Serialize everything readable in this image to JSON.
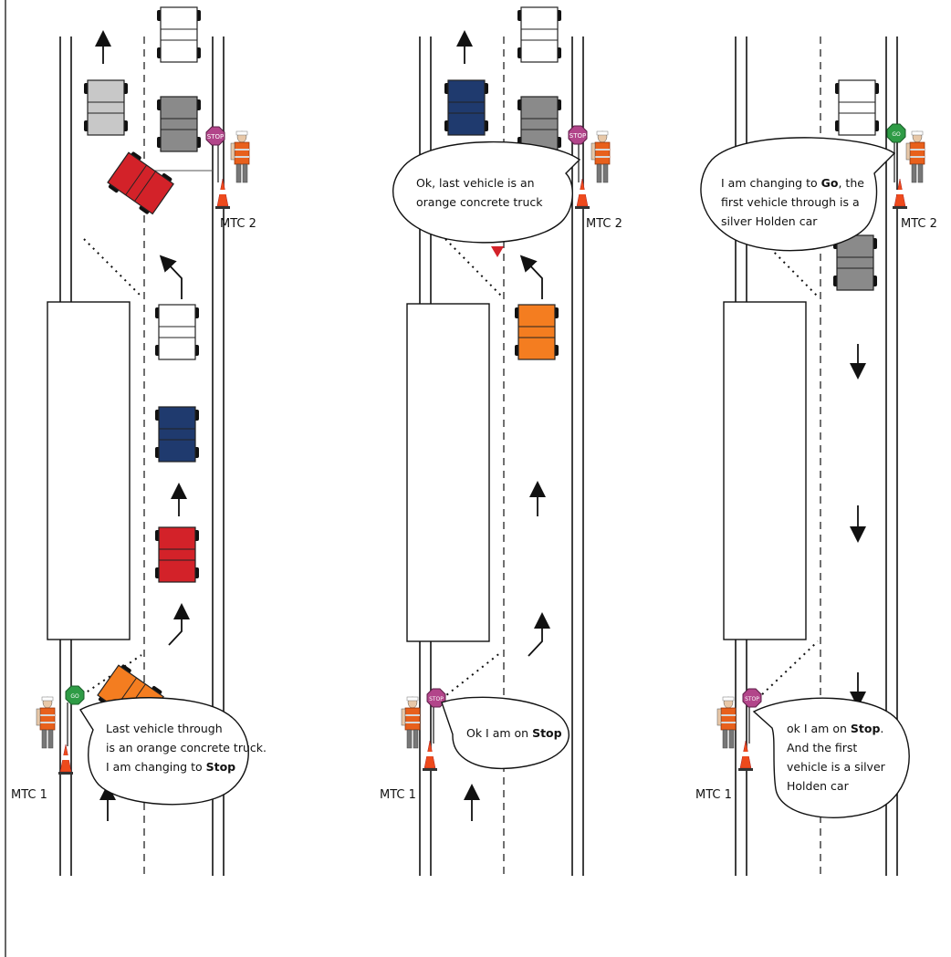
{
  "colors": {
    "red": "#d32229",
    "orange": "#f47d20",
    "navy": "#1f3a6e",
    "gray": "#8a8a8a",
    "silver": "#c8c8c8",
    "white": "#ffffff",
    "stop_sign": "#b2458a",
    "go_sign": "#2e9b45"
  },
  "panels": [
    {
      "mtc1_label": "MTC 1",
      "mtc2_label": "MTC 2",
      "mtc1_sign": "GO",
      "mtc2_sign": "STOP",
      "bubble_mtc1": {
        "lines": [
          "Last vehicle through",
          "is an orange concrete truck.",
          "I am changing to "
        ],
        "bold": "Stop"
      }
    },
    {
      "mtc1_label": "MTC 1",
      "mtc2_label": "MTC 2",
      "mtc1_sign": "STOP",
      "mtc2_sign": "STOP",
      "bubble_mtc2": {
        "lines": [
          "Ok, last vehicle is an",
          "orange concrete truck"
        ]
      },
      "bubble_mtc1": {
        "prefix": "Ok I am on ",
        "bold": "Stop"
      }
    },
    {
      "mtc1_label": "MTC 1",
      "mtc2_label": "MTC 2",
      "mtc1_sign": "STOP",
      "mtc2_sign": "GO",
      "bubble_mtc2": {
        "line1_prefix": "I am changing to ",
        "line1_bold": "Go",
        "line1_suffix": ", the",
        "lines": [
          "first vehicle through is a",
          "silver Holden car"
        ]
      },
      "bubble_mtc1": {
        "line1_prefix": "ok I am on ",
        "line1_bold": "Stop",
        "line1_suffix": ".",
        "lines": [
          "And the first",
          "vehicle is a silver",
          "Holden car"
        ]
      }
    }
  ]
}
